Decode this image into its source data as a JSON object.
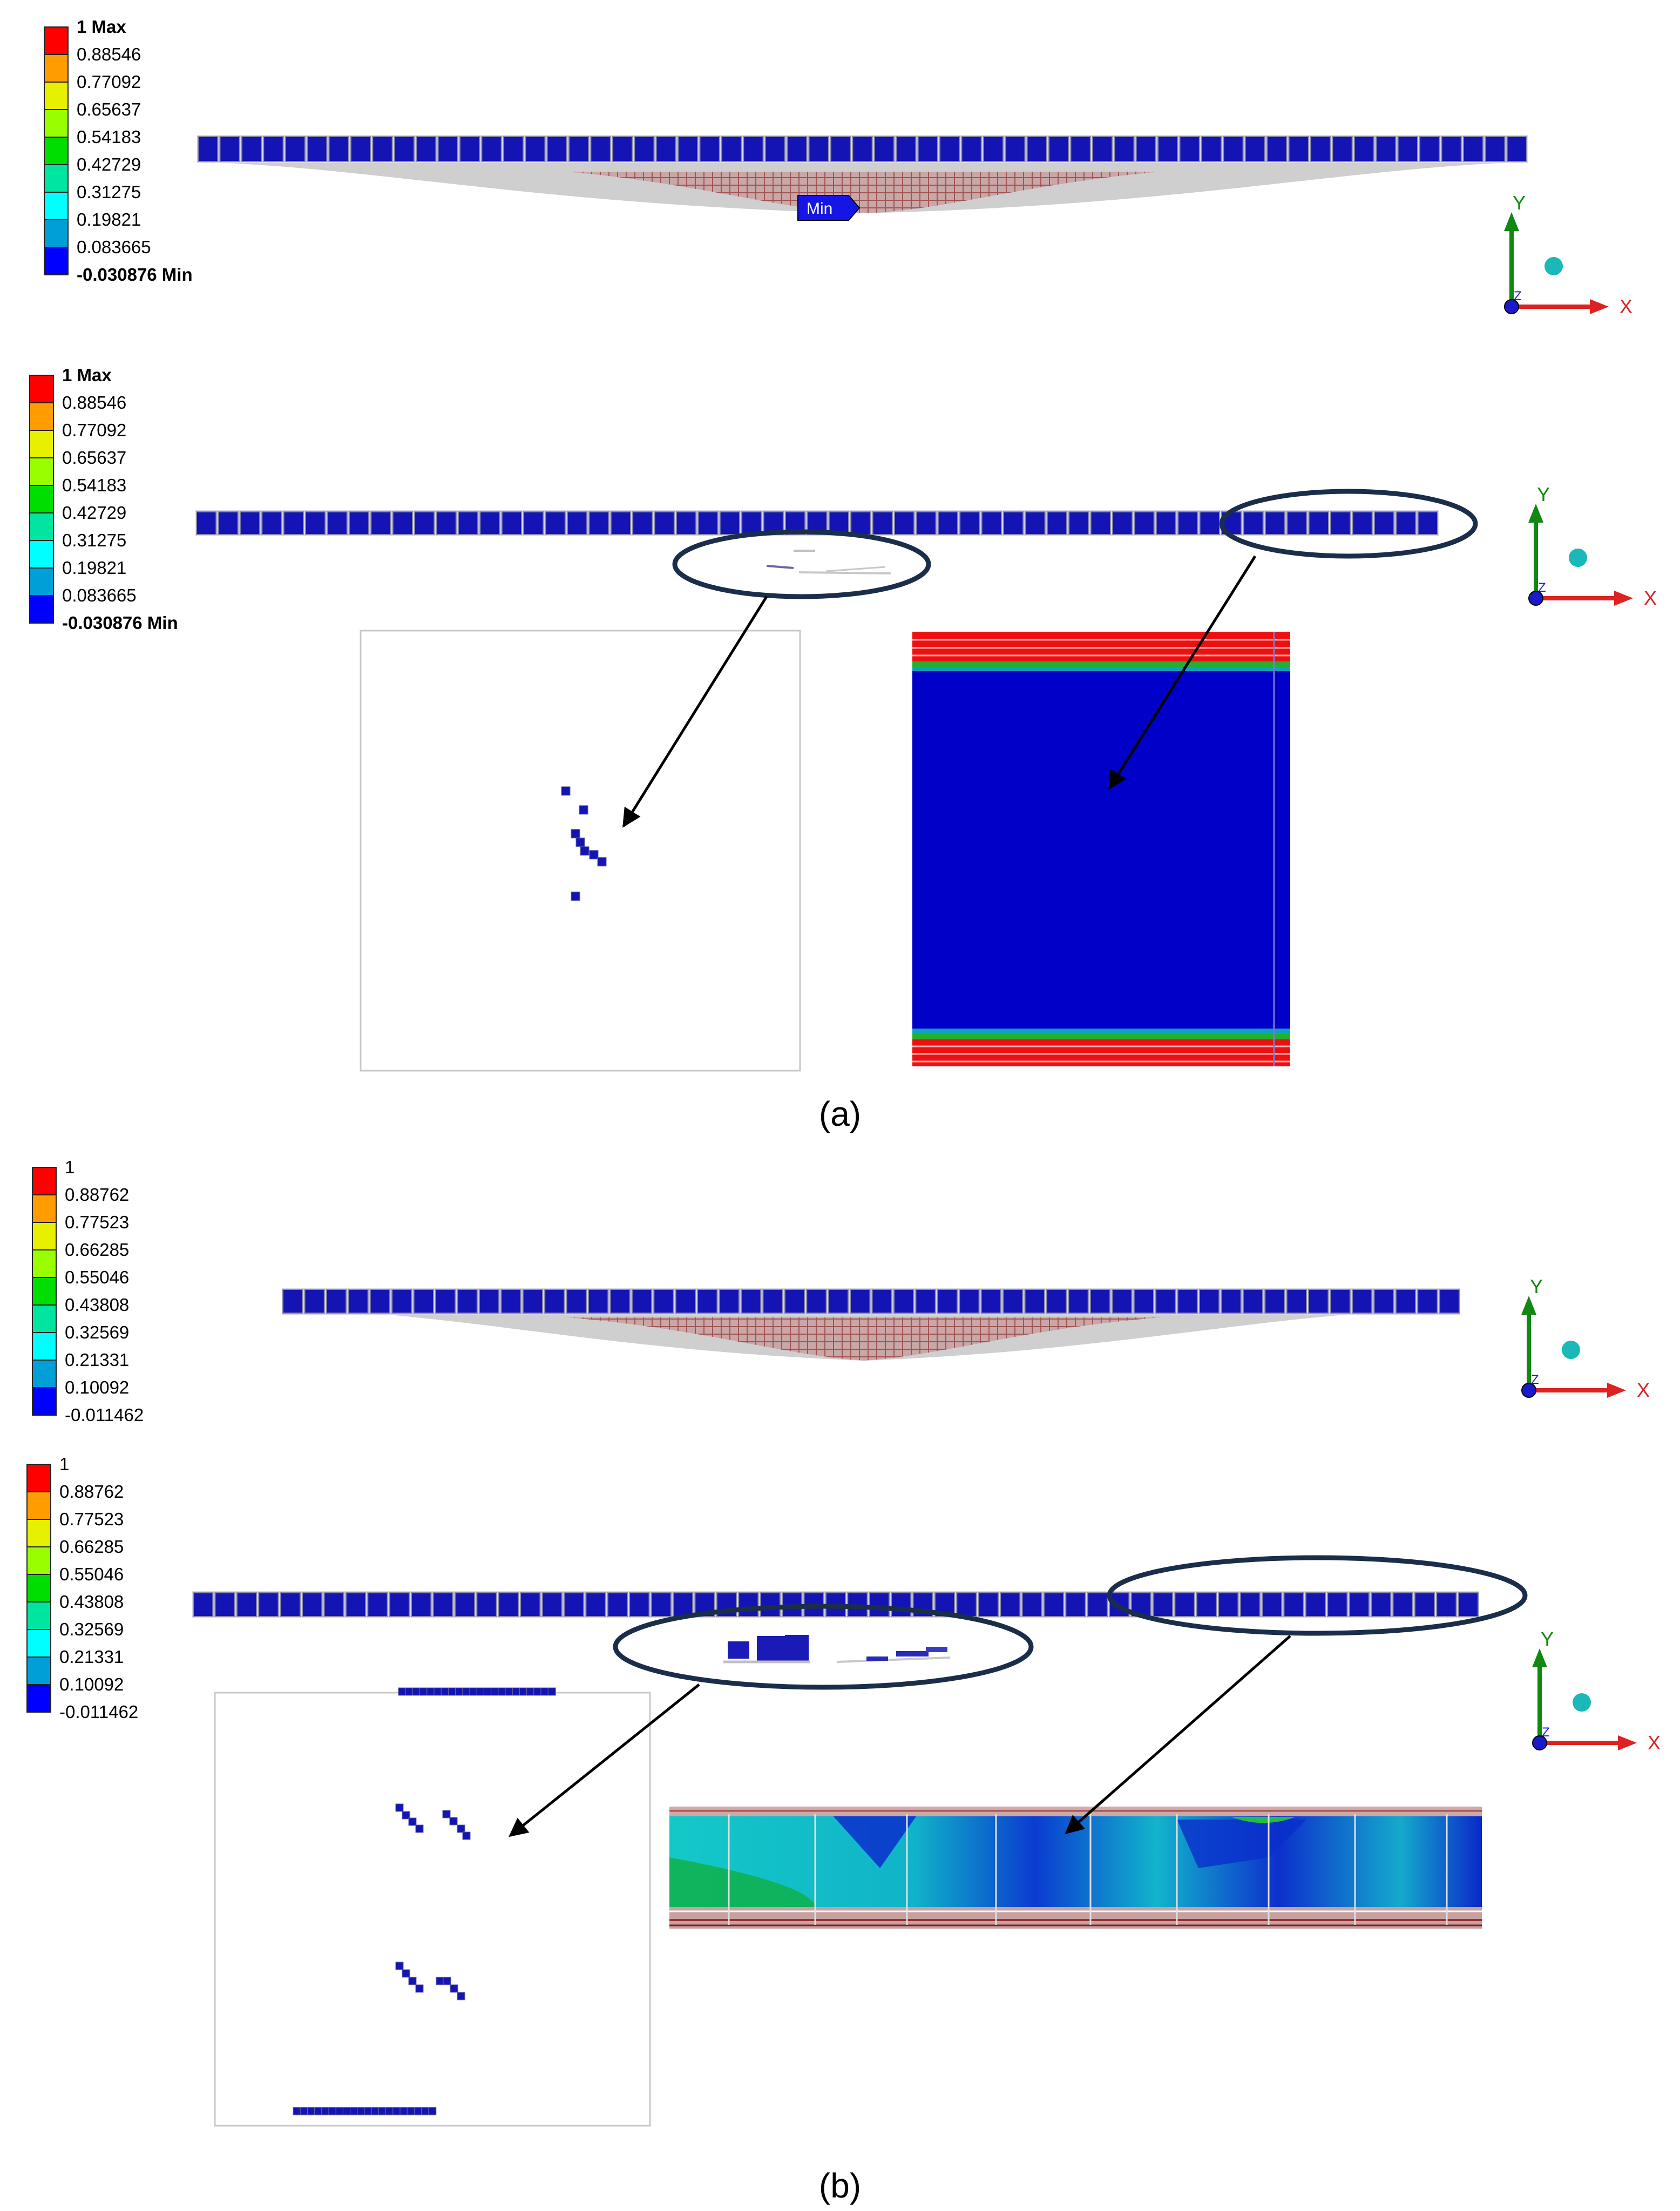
{
  "panel_a": {
    "caption": "(a)",
    "legend": [
      "1 Max",
      "0.88546",
      "0.77092",
      "0.65637",
      "0.54183",
      "0.42729",
      "0.31275",
      "0.19821",
      "0.083665",
      "-0.030876 Min"
    ],
    "min_marker": "Min"
  },
  "panel_b": {
    "caption": "(b)",
    "legend": [
      "1",
      "0.88762",
      "0.77523",
      "0.66285",
      "0.55046",
      "0.43808",
      "0.32569",
      "0.21331",
      "0.10092",
      "-0.011462"
    ]
  },
  "axis_labels": {
    "x": "X",
    "y": "Y",
    "z": "Z"
  },
  "colors": {
    "contour_scale": [
      "#ff0000",
      "#ff9d00",
      "#e6f000",
      "#99ff00",
      "#00dd00",
      "#00e6a0",
      "#00ffff",
      "#009fd8",
      "#0000ff"
    ],
    "element_blue": "#1414b4",
    "element_border": "#8a8aa8",
    "undeformed_gray": "#c8c8c8",
    "mesh_red": "#a85050",
    "callout_ellipse": "#1a2e4a"
  }
}
